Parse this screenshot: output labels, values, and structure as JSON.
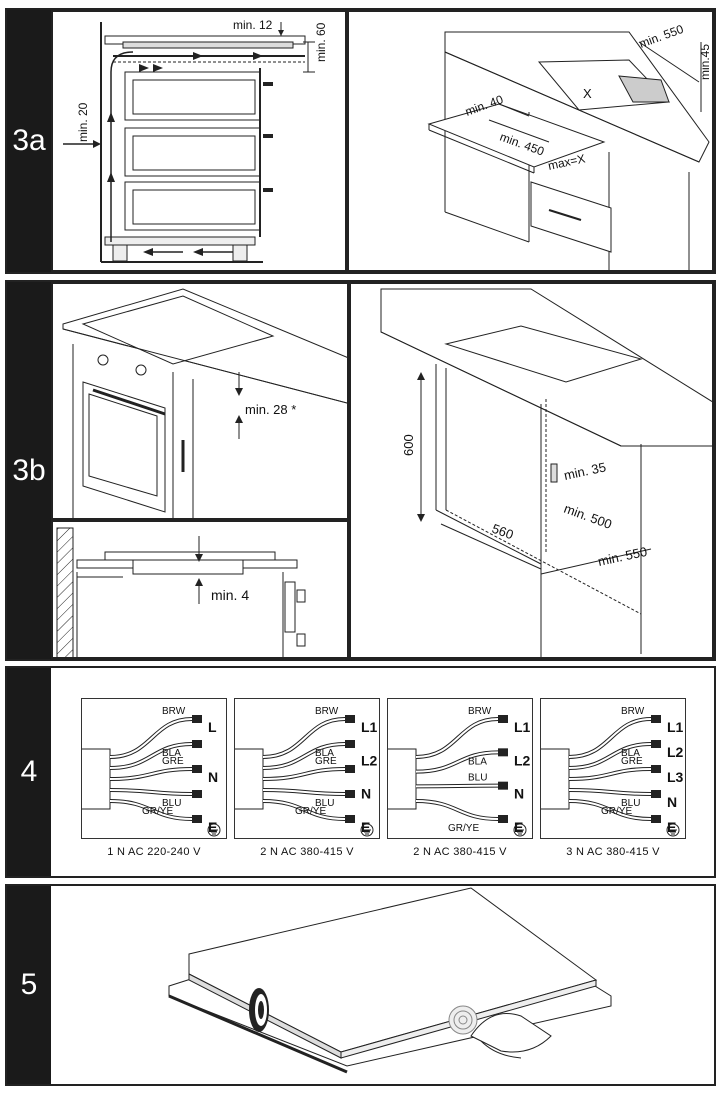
{
  "sections": {
    "s3a": {
      "tab": "3a",
      "left": {
        "min12": "min. 12",
        "min60": "min. 60",
        "min20": "min. 20"
      },
      "right": {
        "min550": "min. 550",
        "min45": "min.45",
        "min40": "min. 40",
        "x": "X",
        "min450": "min. 450",
        "maxx": "max=X"
      }
    },
    "s3b": {
      "tab": "3b",
      "topleft": {
        "min28": "min. 28 *"
      },
      "bottomleft": {
        "min4": "min. 4"
      },
      "right": {
        "h600": "600",
        "min35": "min. 35",
        "w560": "560",
        "min500": "min. 500",
        "min550": "min. 550"
      }
    },
    "s4": {
      "tab": "4",
      "diagrams": [
        {
          "caption": "1 N AC 220-240 V",
          "wires": [
            {
              "label": "BRW"
            },
            {
              "label": "BLA"
            },
            {
              "label": "GRE"
            },
            {
              "label": "BLU"
            },
            {
              "label": "GR/YE"
            }
          ],
          "terminals": [
            "L",
            "N",
            "E"
          ]
        },
        {
          "caption": "2 N AC 380-415 V",
          "wires": [
            {
              "label": "BRW"
            },
            {
              "label": "BLA"
            },
            {
              "label": "GRE"
            },
            {
              "label": "BLU"
            },
            {
              "label": "GR/YE"
            }
          ],
          "terminals": [
            "L1",
            "L2",
            "N",
            "E"
          ]
        },
        {
          "caption": "2 N AC 380-415 V",
          "wires": [
            {
              "label": "BRW"
            },
            {
              "label": "BLA"
            },
            {
              "label": "BLU"
            },
            {
              "label": "GR/YE"
            }
          ],
          "terminals": [
            "L1",
            "L2",
            "N",
            "E"
          ]
        },
        {
          "caption": "3 N AC 380-415 V",
          "wires": [
            {
              "label": "BRW"
            },
            {
              "label": "BLA"
            },
            {
              "label": "GRE"
            },
            {
              "label": "BLU"
            },
            {
              "label": "GR/YE"
            }
          ],
          "terminals": [
            "L1",
            "L2",
            "L3",
            "N",
            "E"
          ]
        }
      ]
    },
    "s5": {
      "tab": "5"
    }
  },
  "icons": {
    "ground": "ground-symbol-icon",
    "hand": "hand-icon",
    "seal": "seal-tape-icon"
  }
}
